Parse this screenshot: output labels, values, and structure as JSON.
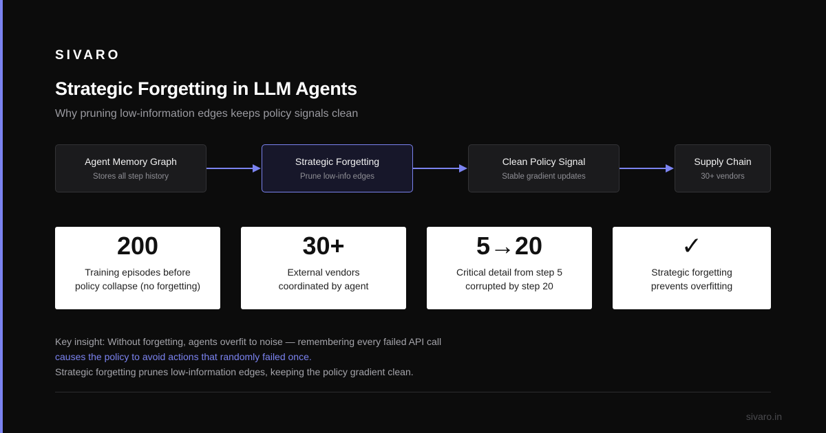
{
  "brand": "SIVARO",
  "title": "Strategic Forgetting in LLM Agents",
  "subtitle": "Why pruning low-information edges keeps policy signals clean",
  "colors": {
    "accent": "#7b83f0",
    "background": "#0c0c0c",
    "card": "#ffffff"
  },
  "flow": [
    {
      "title": "Agent Memory Graph",
      "subtitle": "Stores all step history",
      "active": false
    },
    {
      "title": "Strategic Forgetting",
      "subtitle": "Prune low-info edges",
      "active": true
    },
    {
      "title": "Clean Policy Signal",
      "subtitle": "Stable gradient updates",
      "active": false
    },
    {
      "title": "Supply Chain",
      "subtitle": "30+ vendors",
      "active": false
    }
  ],
  "stats": [
    {
      "value": "200",
      "label_line1": "Training episodes before",
      "label_line2": "policy collapse (no forgetting)"
    },
    {
      "value": "30+",
      "label_line1": "External vendors",
      "label_line2": "coordinated by agent"
    },
    {
      "value": "5→20",
      "label_line1": "Critical detail from step 5",
      "label_line2": "corrupted by step 20"
    },
    {
      "value": "✓",
      "label_line1": "Strategic forgetting",
      "label_line2": "prevents overfitting"
    }
  ],
  "insight": {
    "line1": "Key insight: Without forgetting, agents overfit to noise — remembering every failed API call",
    "line2": "causes the policy to avoid actions that randomly failed once.",
    "line3": "Strategic forgetting prunes low-information edges, keeping the policy gradient clean."
  },
  "footer": "sivaro.in"
}
